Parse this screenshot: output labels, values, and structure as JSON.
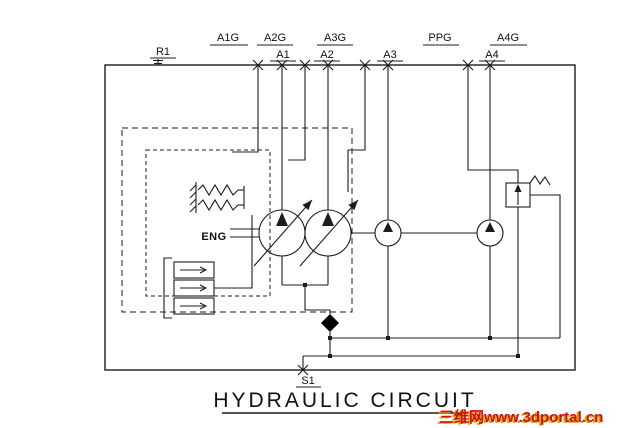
{
  "title": "HYDRAULIC CIRCUIT",
  "watermark": "三维网www.3dportal.cn",
  "ports": {
    "r1": "R1",
    "a1g": "A1G",
    "a2g": "A2G",
    "a3g": "A3G",
    "ppg": "PPG",
    "a4g": "A4G",
    "a1": "A1",
    "a2": "A2",
    "a3": "A3",
    "a4": "A4",
    "s1": "S1"
  },
  "components": {
    "engine": "ENG"
  },
  "colors": {
    "line": "#1c1c1c",
    "watermark_red": "#cc1111",
    "watermark_gold": "#e0a000",
    "background": "#ffffff"
  }
}
